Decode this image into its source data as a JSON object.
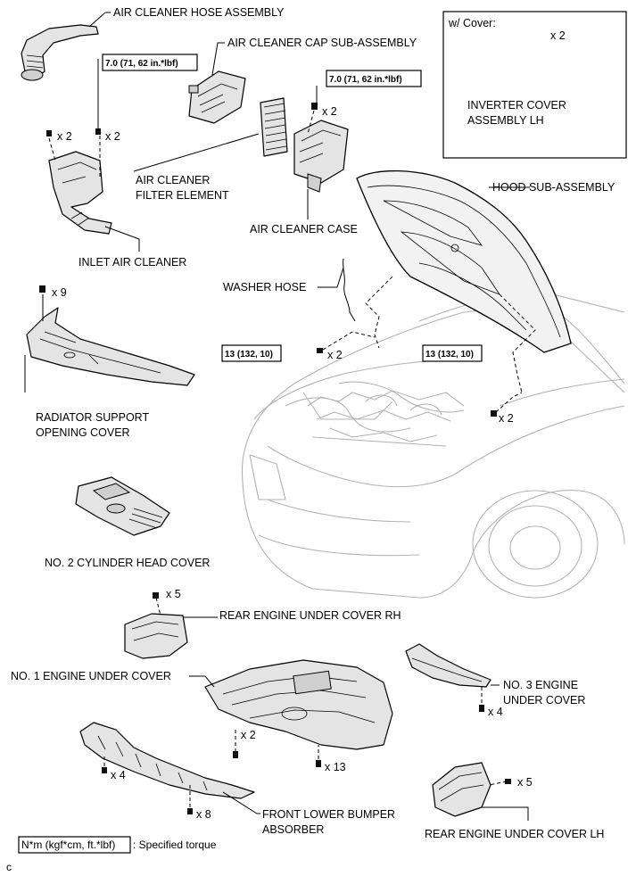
{
  "labels": {
    "air_cleaner_hose_assembly": "AIR CLEANER HOSE ASSEMBLY",
    "air_cleaner_cap_sub_assembly": "AIR CLEANER CAP SUB-ASSEMBLY",
    "air_cleaner_filter_element_1": "AIR CLEANER",
    "air_cleaner_filter_element_2": "FILTER ELEMENT",
    "air_cleaner_case": "AIR CLEANER CASE",
    "inlet_air_cleaner": "INLET AIR CLEANER",
    "hood_sub_assembly": "HOOD SUB-ASSEMBLY",
    "washer_hose": "WASHER HOSE",
    "radiator_support_1": "RADIATOR SUPPORT",
    "radiator_support_2": "OPENING COVER",
    "no2_cylinder_head_cover": "NO. 2 CYLINDER HEAD COVER",
    "rear_engine_under_cover_rh": "REAR ENGINE UNDER COVER RH",
    "no1_engine_under_cover": "NO. 1 ENGINE UNDER COVER",
    "no3_engine_under_cover_1": "NO. 3 ENGINE",
    "no3_engine_under_cover_2": "UNDER COVER",
    "front_lower_bumper_absorber_1": "FRONT LOWER BUMPER",
    "front_lower_bumper_absorber_2": "ABSORBER",
    "rear_engine_under_cover_lh": "REAR ENGINE UNDER COVER LH",
    "inverter_cover_1": "INVERTER COVER",
    "inverter_cover_2": "ASSEMBLY LH"
  },
  "cover_box_title": "w/ Cover:",
  "torque": {
    "air_cleaner_inlet": "7.0 (71, 62 in.*lbf)",
    "air_cleaner_case": "7.0 (71, 62 in.*lbf)",
    "hood_left": "13 (132, 10)",
    "hood_right": "13 (132, 10)"
  },
  "quantities": {
    "inverter_cover": "x 2",
    "inlet_left": "x 2",
    "inlet_right": "x 2",
    "case": "x 2",
    "radiator_support": "x 9",
    "hood_left": "x 2",
    "hood_right": "x 2",
    "rear_rh": "x 5",
    "no1_left": "x 2",
    "no1_bottom": "x 13",
    "no3": "x 4",
    "bumper_left": "x 4",
    "bumper_bottom": "x 8",
    "rear_lh": "x 5"
  },
  "legend": {
    "key": "N*m (kgf*cm, ft.*lbf)",
    "text": ": Specified torque"
  },
  "code": "c"
}
